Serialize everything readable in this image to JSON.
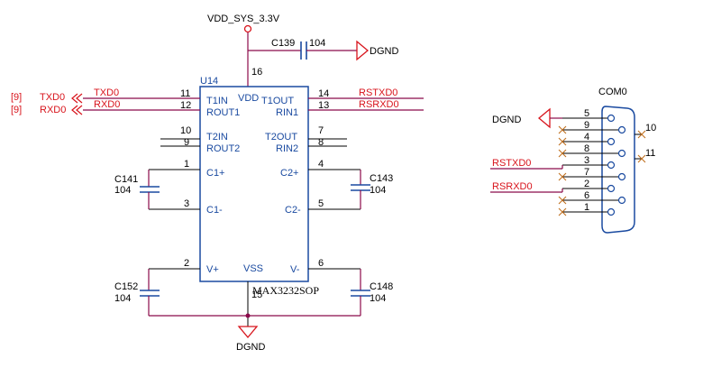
{
  "colors": {
    "wire": "#8b0a4a",
    "net": "#d8141c",
    "body": "#1a4aa0",
    "text": "#000000"
  },
  "power": {
    "vdd_label": "VDD_SYS_3.3V",
    "vdd_pin": "16"
  },
  "c139": {
    "ref": "C139",
    "value": "104"
  },
  "grounds": {
    "top": "DGND",
    "bottom": "DGND",
    "com": "DGND"
  },
  "u14": {
    "ref": "U14",
    "part": "MAX3232SOP",
    "vdd": "VDD",
    "vss": "VSS",
    "vss_pin": "15",
    "left_pins": [
      {
        "num": "11",
        "name": "T1IN"
      },
      {
        "num": "12",
        "name": "ROUT1"
      },
      {
        "num": "10",
        "name": "T2IN"
      },
      {
        "num": "9",
        "name": "ROUT2"
      },
      {
        "num": "1",
        "name": "C1+"
      },
      {
        "num": "3",
        "name": "C1-"
      },
      {
        "num": "2",
        "name": "V+"
      }
    ],
    "right_pins": [
      {
        "num": "14",
        "name": "T1OUT"
      },
      {
        "num": "13",
        "name": "RIN1"
      },
      {
        "num": "7",
        "name": "T2OUT"
      },
      {
        "num": "8",
        "name": "RIN2"
      },
      {
        "num": "4",
        "name": "C2+"
      },
      {
        "num": "5",
        "name": "C2-"
      },
      {
        "num": "6",
        "name": "V-"
      }
    ]
  },
  "left_nets": {
    "sheet_ref": "[9]",
    "txd": "TXD0",
    "rxd": "RXD0"
  },
  "right_nets": {
    "rstxd": "RSTXD0",
    "rsrxd": "RSRXD0"
  },
  "caps": {
    "c141": {
      "ref": "C141",
      "value": "104"
    },
    "c143": {
      "ref": "C143",
      "value": "104"
    },
    "c152": {
      "ref": "C152",
      "value": "104"
    },
    "c148": {
      "ref": "C148",
      "value": "104"
    }
  },
  "com0": {
    "ref": "COM0",
    "pins": [
      "5",
      "9",
      "4",
      "8",
      "3",
      "7",
      "2",
      "6",
      "1"
    ],
    "shell_pins": [
      "10",
      "11"
    ],
    "rstxd": "RSTXD0",
    "rsrxd": "RSRXD0"
  }
}
